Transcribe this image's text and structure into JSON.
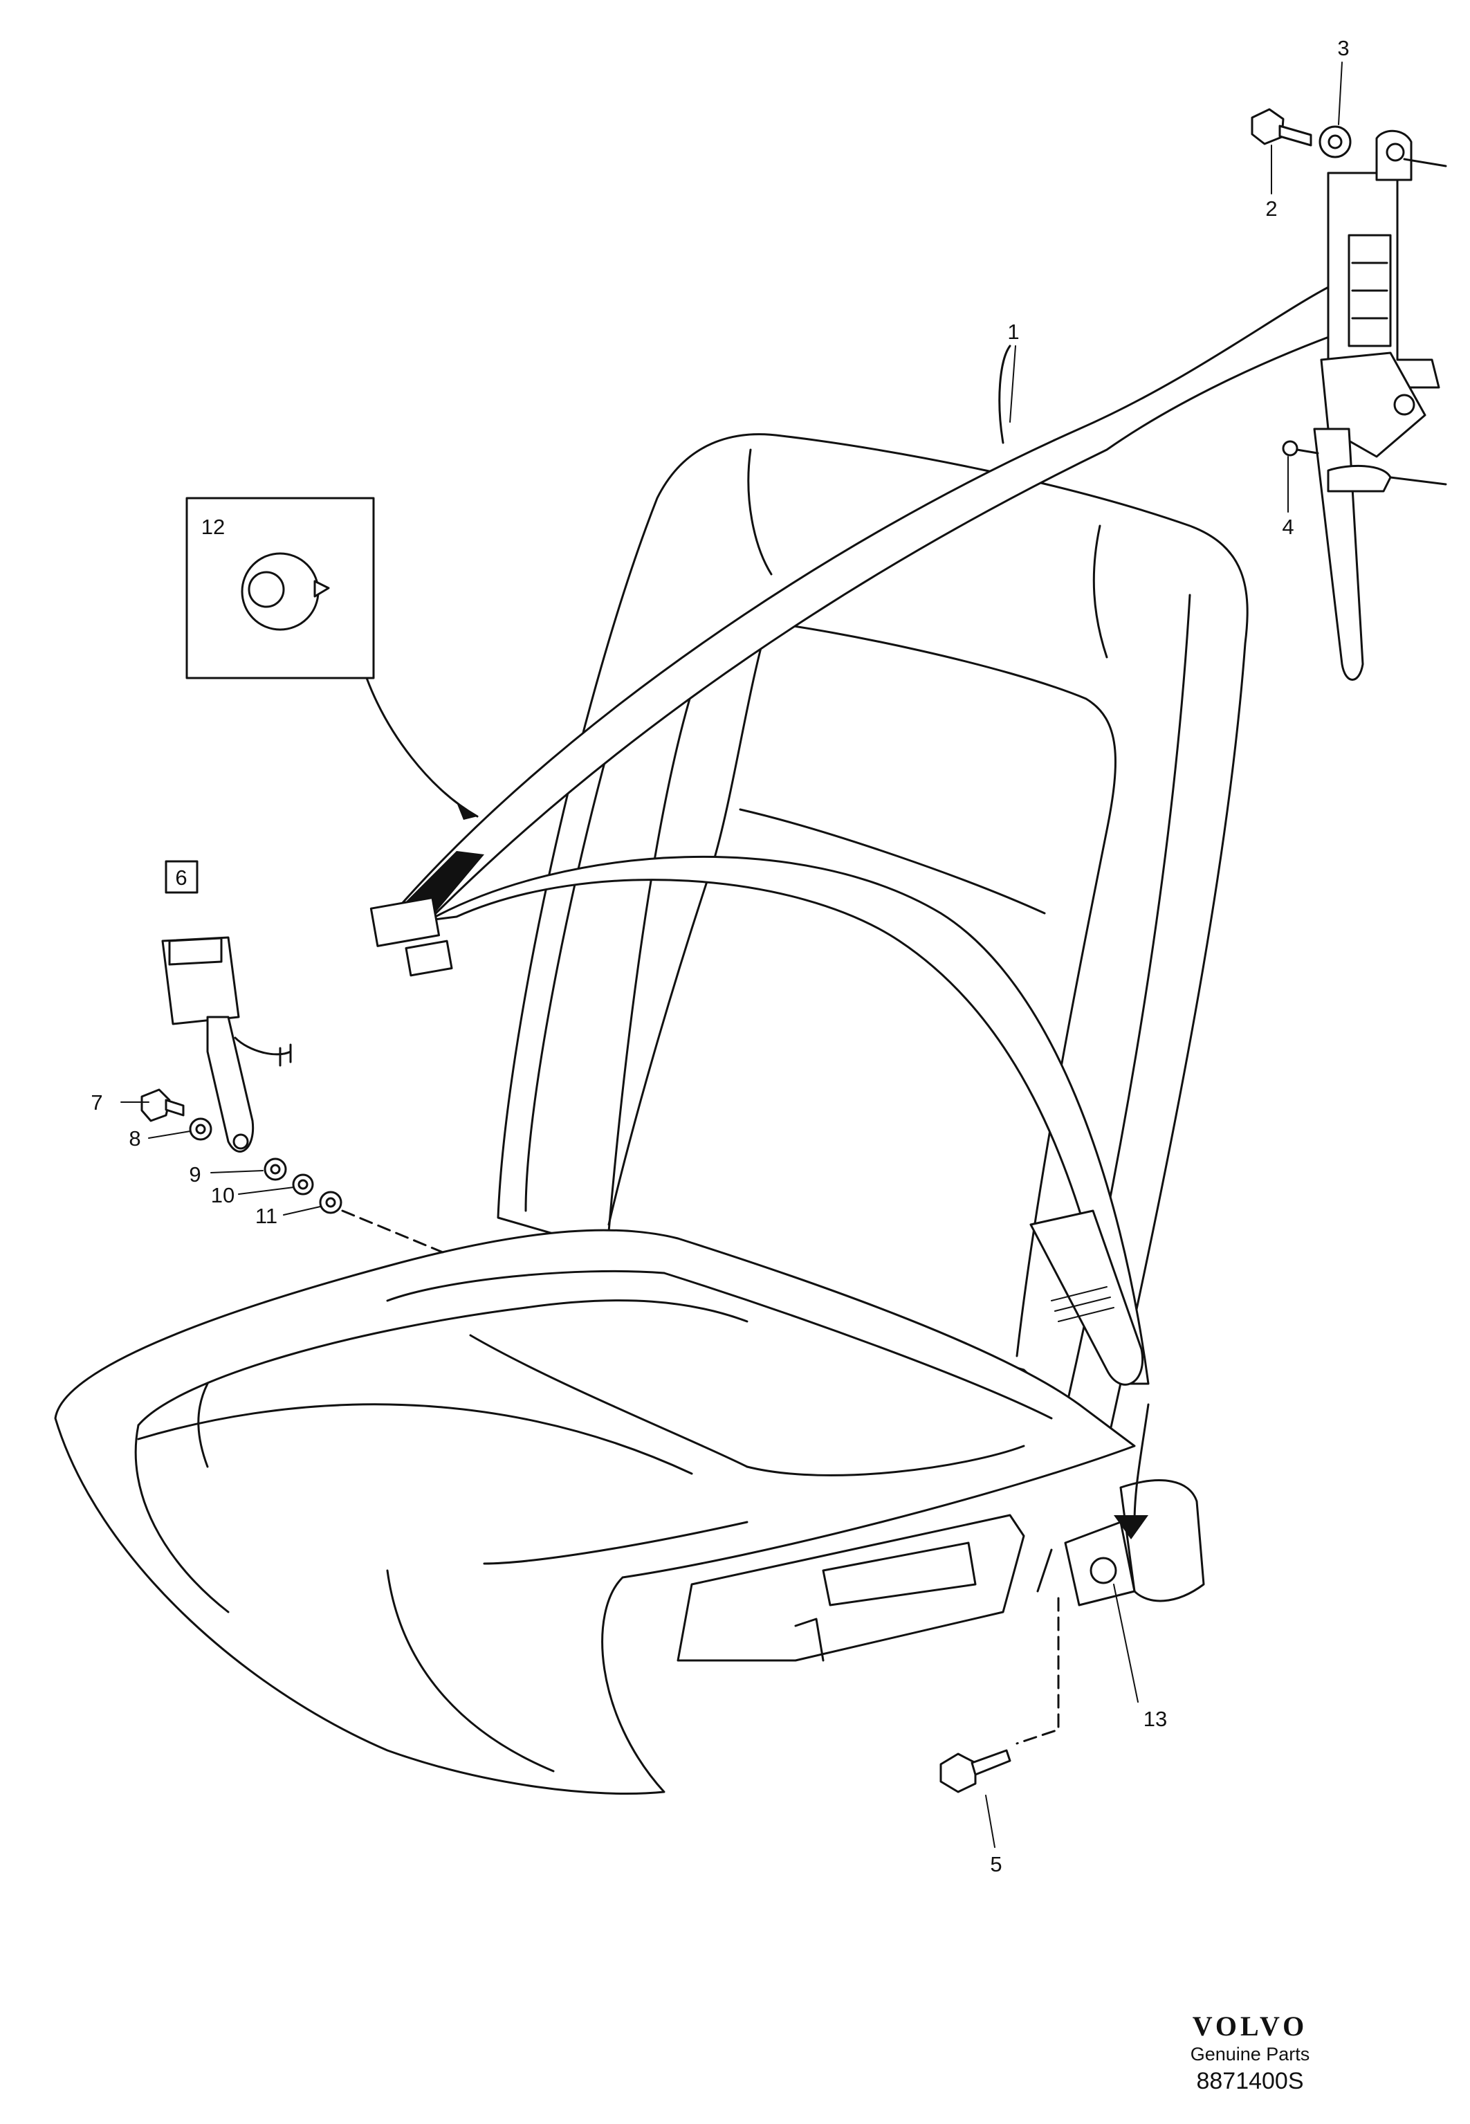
{
  "callouts": [
    {
      "id": "1",
      "label": "1"
    },
    {
      "id": "2",
      "label": "2"
    },
    {
      "id": "3",
      "label": "3"
    },
    {
      "id": "4",
      "label": "4"
    },
    {
      "id": "5",
      "label": "5"
    },
    {
      "id": "6",
      "label": "6"
    },
    {
      "id": "7",
      "label": "7"
    },
    {
      "id": "8",
      "label": "8"
    },
    {
      "id": "9",
      "label": "9"
    },
    {
      "id": "10",
      "label": "10"
    },
    {
      "id": "11",
      "label": "11"
    },
    {
      "id": "12",
      "label": "12"
    },
    {
      "id": "13",
      "label": "13"
    }
  ],
  "brand": {
    "logo": "VOLVO",
    "tagline": "Genuine Parts",
    "diagram_code": "8871400S"
  }
}
